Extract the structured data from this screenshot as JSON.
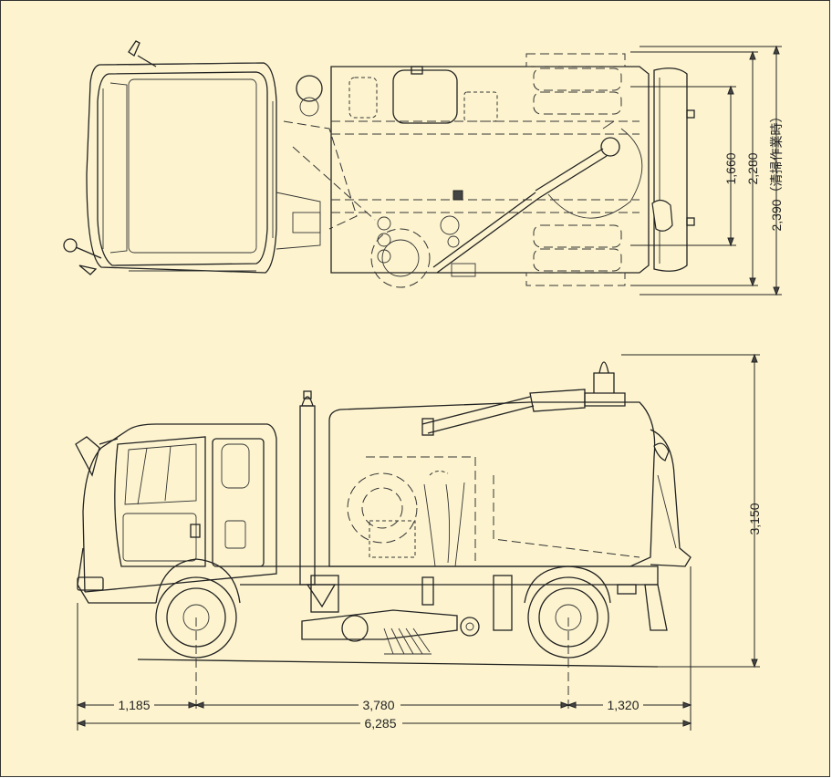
{
  "plan_dimensions": {
    "inner_width": "1,660",
    "overall_width": "2,280",
    "sweeping_width": "2,390（清掃作業時）"
  },
  "side_dimensions": {
    "height": "3,150",
    "front_overhang": "1,185",
    "wheelbase": "3,780",
    "rear_overhang": "1,320",
    "overall_length": "6,285"
  },
  "colors": {
    "background": "#fdf4cf",
    "line": "#222222"
  }
}
